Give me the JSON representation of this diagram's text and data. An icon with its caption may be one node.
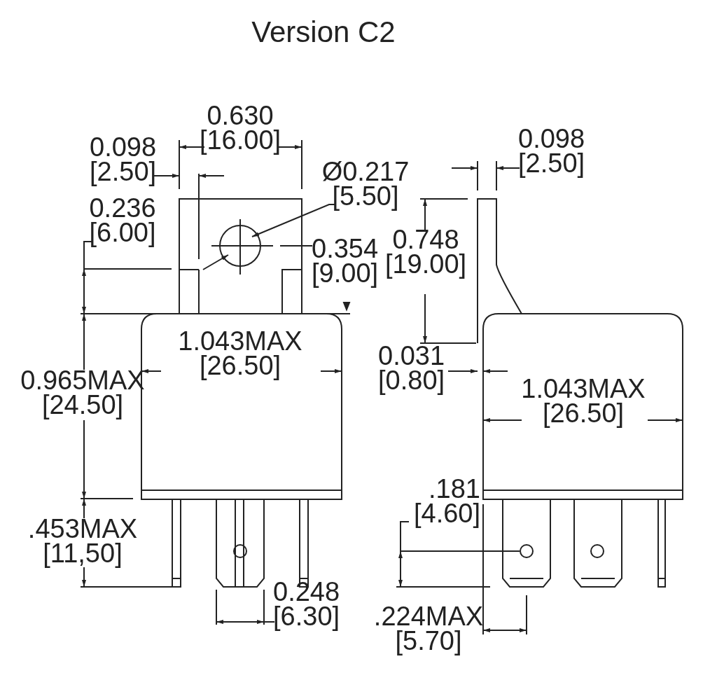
{
  "diagram": {
    "title": "Version C2",
    "labels": [
      "0.630 [16.00]",
      "0.098 [2.50]",
      "0.098 [2.50]",
      "Ø0.217 [5.50]",
      "0.236 [6.00]",
      "0.354 [9.00]",
      "0.748 [19.00]",
      "1.043MAX [26.50]",
      "0.031 [0.80]",
      "0.965MAX [24.50]",
      "1.043MAX [26.50]",
      ".181 [4.60]",
      ".453MAX [11,50]",
      "0.248 [6.30]",
      ".224MAX [5.70]"
    ]
  }
}
